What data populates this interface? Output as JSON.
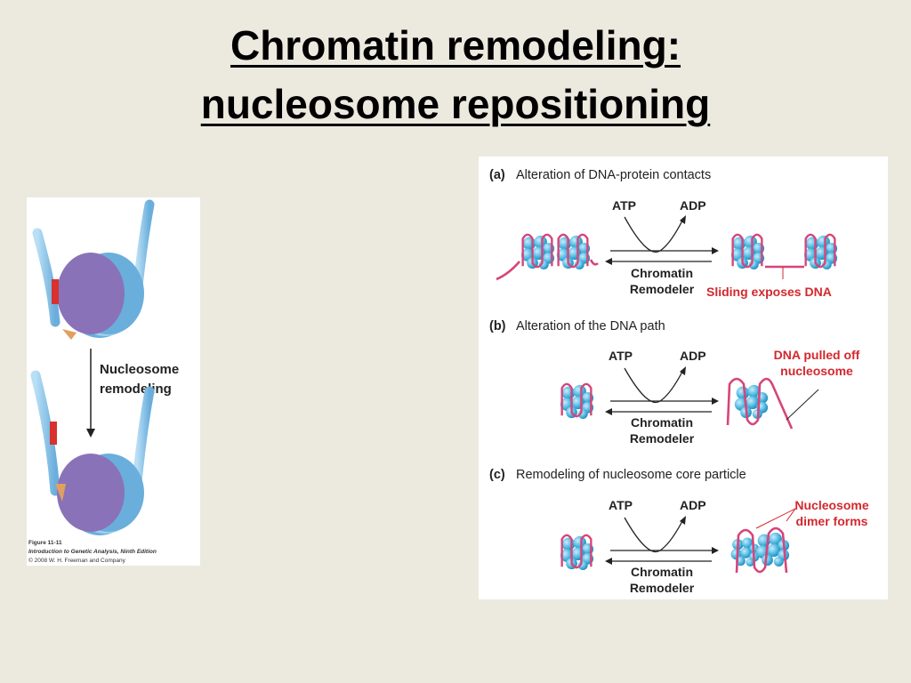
{
  "slide": {
    "title_line1": "Chromatin remodeling:",
    "title_line2": "nucleosome repositioning"
  },
  "left_figure": {
    "arrow_label_line1": "Nucleosome",
    "arrow_label_line2": "remodeling",
    "caption_line1": "Figure 11-11",
    "caption_line2": "Introduction to Genetic Analysis, Ninth Edition",
    "caption_line3": "© 2008 W. H. Freeman and Company"
  },
  "right_figure": {
    "panels": [
      {
        "label": "(a)",
        "title": "Alteration of DNA-protein contacts",
        "atp": "ATP",
        "adp": "ADP",
        "remodeler_line1": "Chromatin",
        "remodeler_line2": "Remodeler",
        "note_line1": "Sliding exposes DNA",
        "note_line2": ""
      },
      {
        "label": "(b)",
        "title": "Alteration of the DNA path",
        "atp": "ATP",
        "adp": "ADP",
        "remodeler_line1": "Chromatin",
        "remodeler_line2": "Remodeler",
        "note_line1": "DNA pulled off",
        "note_line2": "nucleosome"
      },
      {
        "label": "(c)",
        "title": "Remodeling of nucleosome core particle",
        "atp": "ATP",
        "adp": "ADP",
        "remodeler_line1": "Chromatin",
        "remodeler_line2": "Remodeler",
        "note_line1": "Nucleosome",
        "note_line2": "dimer forms"
      }
    ]
  },
  "colors": {
    "background": "#ece9df",
    "histone": "#5cc3e6",
    "dna": "#d6457a",
    "note_red": "#d3282e",
    "disc_purple": "#8a72b8",
    "dna_blue": "#8cc6ea"
  }
}
